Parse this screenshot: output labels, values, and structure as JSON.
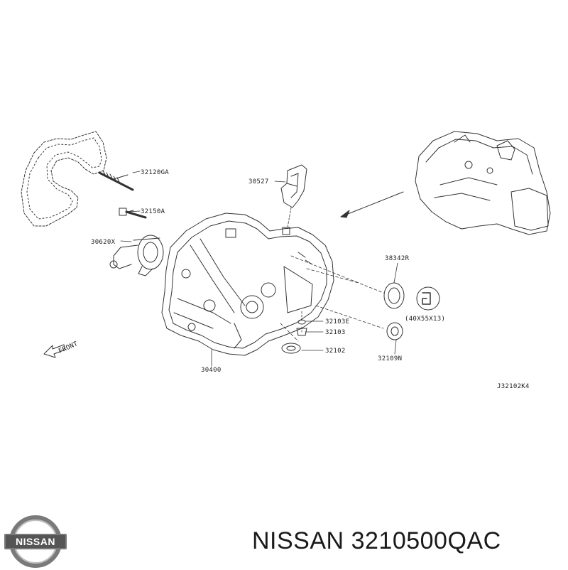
{
  "parts": {
    "p32120ga": "32120GA",
    "p32150a": "32150A",
    "p30620x": "30620X",
    "p30527": "30527",
    "p38342r": "38342R",
    "p_size": "(40X55X13)",
    "p32103e": "32103E",
    "p32103": "32103",
    "p32102": "32102",
    "p32109n": "32109N",
    "p30400": "30400"
  },
  "front_label": "FRONT",
  "diagram_code": "J32102K4",
  "logo_text": "NISSAN",
  "caption": {
    "brand": "NISSAN",
    "part_number": "3210500QAC"
  }
}
